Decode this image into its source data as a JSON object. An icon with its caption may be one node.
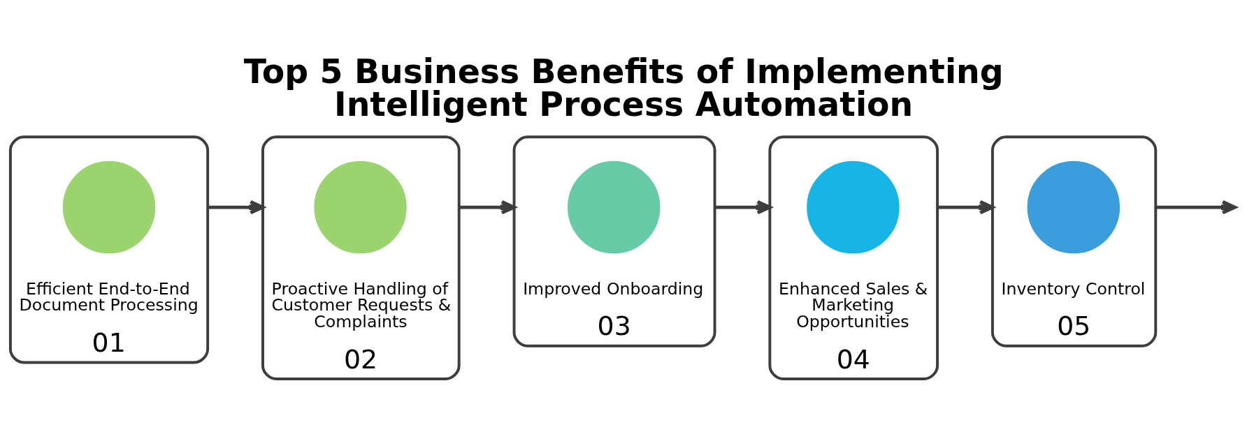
{
  "diagram": {
    "title": "Top 5 Business Benefits of Implementing Intelligent Process Automation",
    "nodes": [
      {
        "text": [
          "Efficient End-to-End Document Processing",
          "01"
        ]
      },
      {
        "text": [],
        "shape": "circle",
        "in": 0
      },
      {
        "text": [
          "Proactive Handling of Customer Requests & Complaints",
          "02"
        ]
      },
      {
        "text": [],
        "shape": "circle",
        "in": 2
      },
      {
        "text": [
          "Improved Onboarding",
          "03"
        ]
      },
      {
        "text": [],
        "shape": "circle",
        "in": 4
      },
      {
        "text": [
          "Enhanced Sales & Marketing Opportunities",
          "04"
        ]
      },
      {
        "text": [],
        "shape": "circle",
        "in": 6
      },
      {
        "text": [
          "Inventory Control",
          "05"
        ]
      },
      {
        "text": [],
        "shape": "circle",
        "in": 8
      }
    ],
    "edges": [
      {
        "from": 0,
        "to": 2,
        "arrow": "to"
      },
      {
        "from": 2,
        "to": 4,
        "arrow": "to"
      },
      {
        "from": 4,
        "to": 6,
        "arrow": "to"
      },
      {
        "from": 6,
        "to": 8,
        "arrow": "to"
      },
      {
        "from": 8,
        "to": null,
        "arrow": "to"
      }
    ]
  }
}
